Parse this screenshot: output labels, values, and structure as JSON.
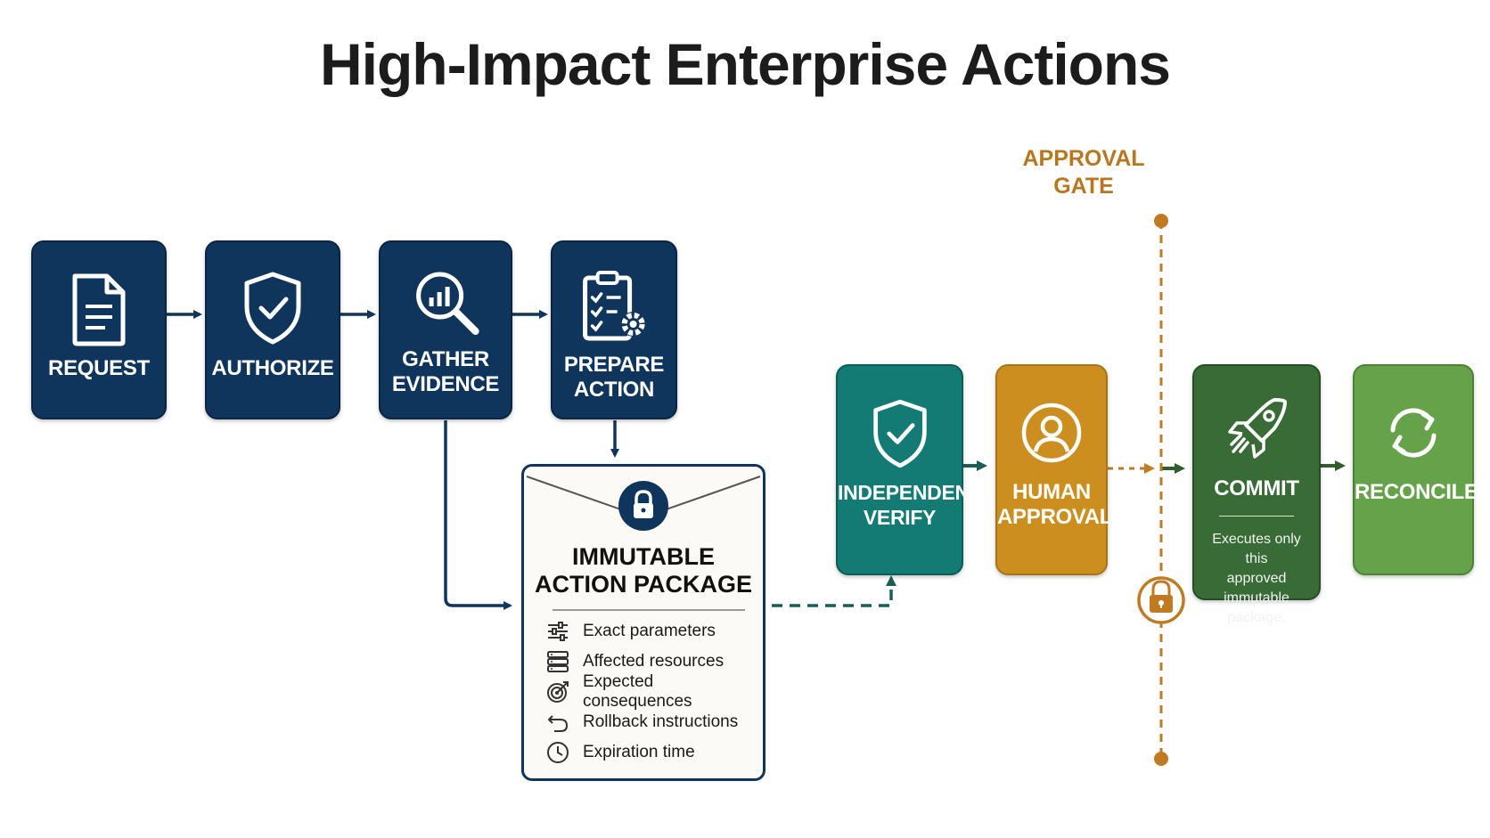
{
  "title": "High-Impact Enterprise Actions",
  "steps": {
    "request": "REQUEST",
    "authorize": "AUTHORIZE",
    "gather_line1": "GATHER",
    "gather_line2": "EVIDENCE",
    "prepare_line1": "PREPARE",
    "prepare_line2": "ACTION",
    "verify_line1": "INDEPENDENT",
    "verify_line2": "VERIFY",
    "approval_line1": "HUMAN",
    "approval_line2": "APPROVAL",
    "commit": "COMMIT",
    "commit_desc_line1": "Executes only this",
    "commit_desc_line2": "approved immutable",
    "commit_desc_line3": "package.",
    "reconcile": "RECONCILE"
  },
  "gate": {
    "line1": "APPROVAL",
    "line2": "GATE"
  },
  "package": {
    "title_line1": "IMMUTABLE",
    "title_line2": "ACTION PACKAGE",
    "items": [
      {
        "icon": "sliders-icon",
        "label": "Exact parameters"
      },
      {
        "icon": "server-icon",
        "label": "Affected resources"
      },
      {
        "icon": "target-icon",
        "label": "Expected consequences"
      },
      {
        "icon": "undo-icon",
        "label": "Rollback instructions"
      },
      {
        "icon": "clock-icon",
        "label": "Expiration time"
      }
    ]
  },
  "colors": {
    "navy": "#10355c",
    "teal": "#137a74",
    "gold": "#cc8f1f",
    "dark_green": "#386b36",
    "light_green": "#66a24a",
    "gate": "#b8761e"
  }
}
